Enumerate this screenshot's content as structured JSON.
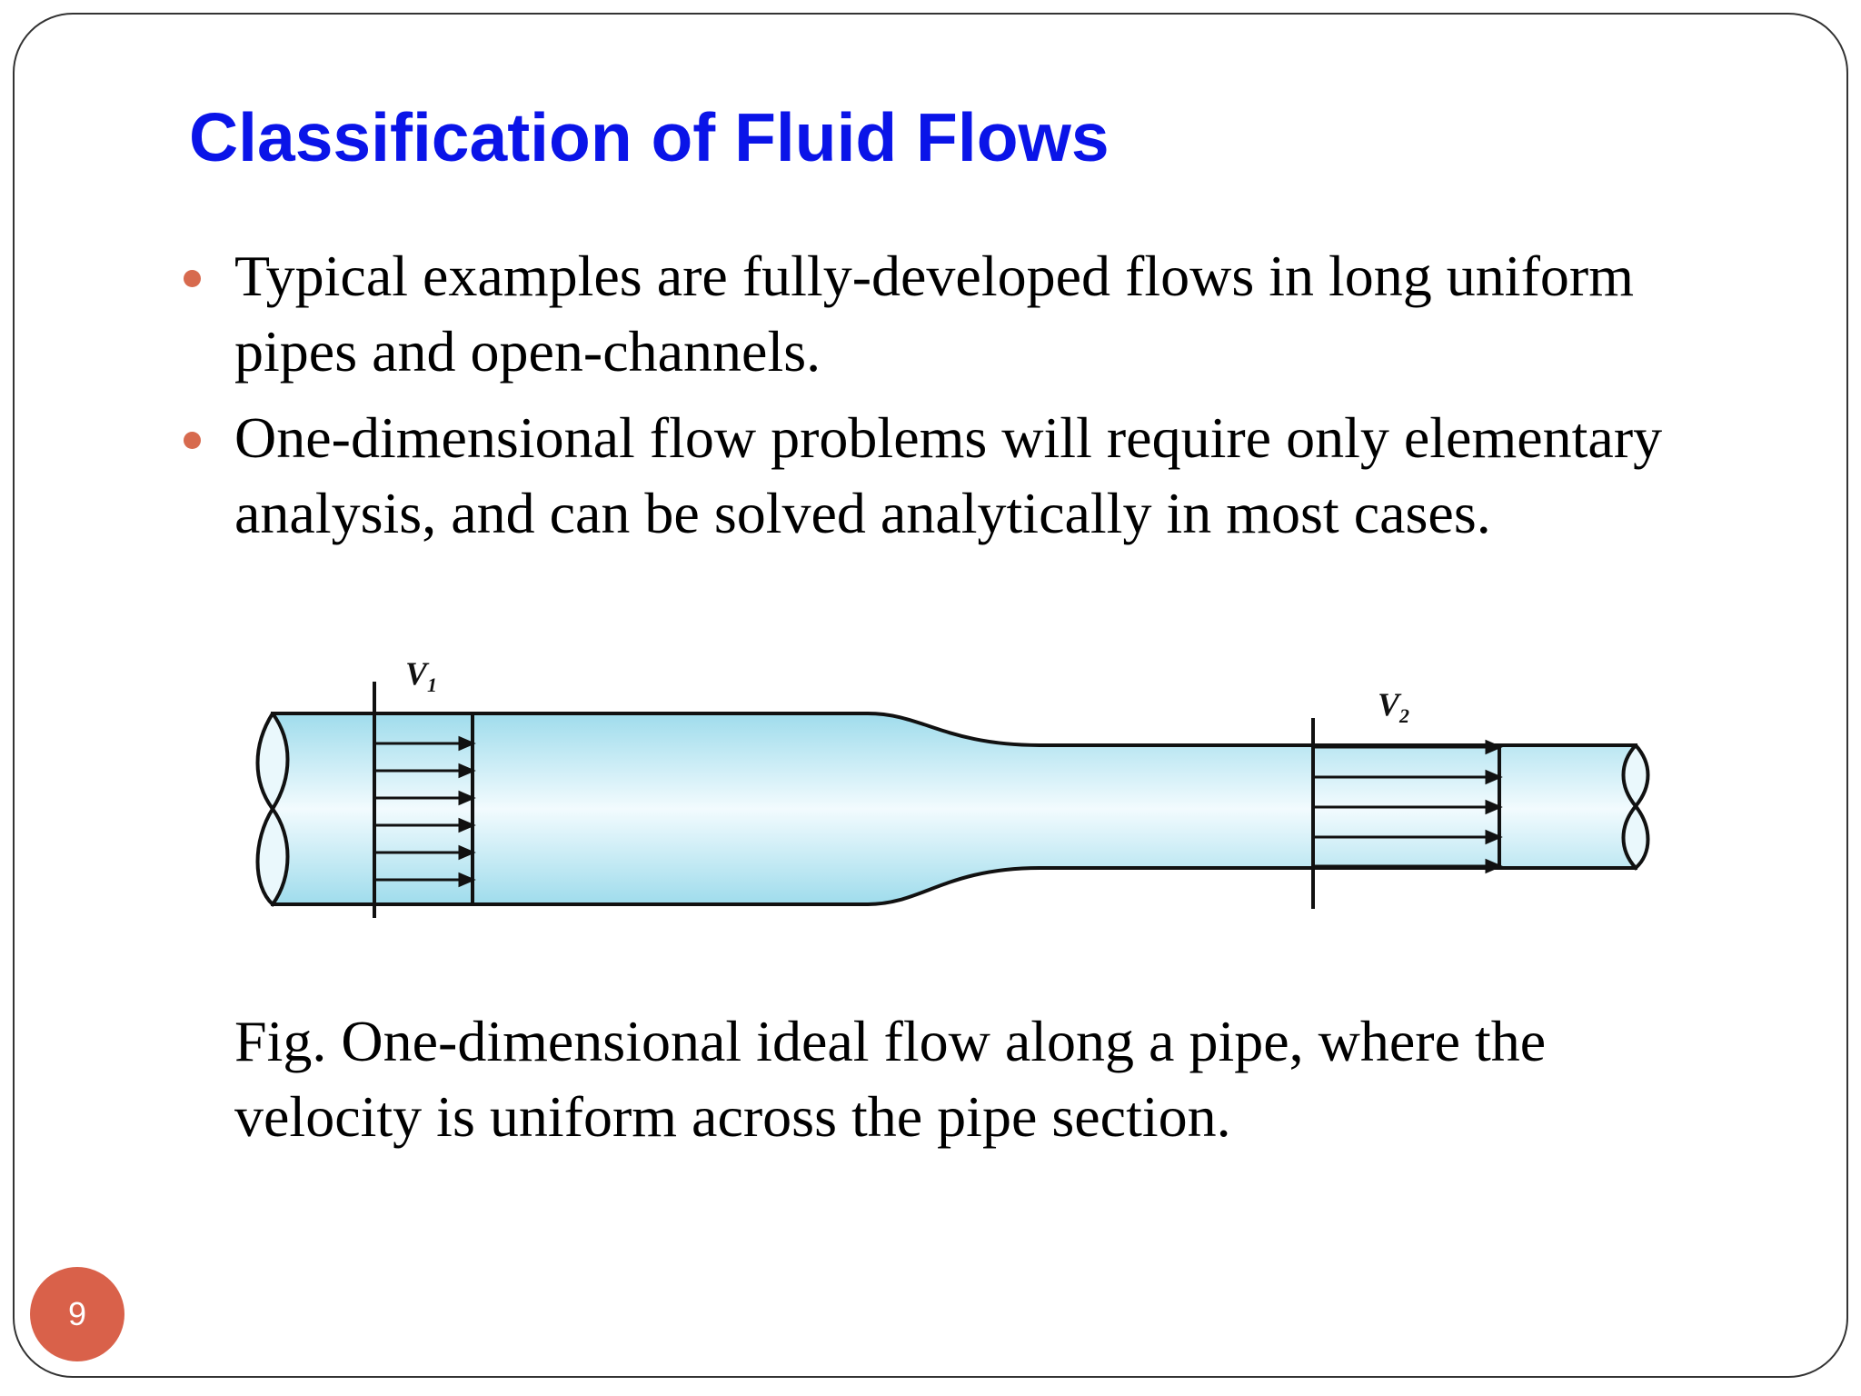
{
  "slide": {
    "title": "Classification of Fluid Flows",
    "bullets": [
      "Typical examples are fully-developed flows in long uniform pipes and open-channels.",
      "One-dimensional flow problems will require only elementary analysis, and can be solved analytically in most cases."
    ],
    "figure": {
      "label_v1": "V",
      "label_v1_sub": "1",
      "label_v2": "V",
      "label_v2_sub": "2"
    },
    "caption": "Fig. One-dimensional ideal flow along a pipe, where the velocity is uniform across the pipe section.",
    "page_number": "9"
  },
  "colors": {
    "title": "#0a14e8",
    "bullet": "#d76a4e",
    "badge": "#d9614a",
    "pipe_fill_edge": "#9fdcec",
    "pipe_fill_center": "#f2fbfe"
  }
}
